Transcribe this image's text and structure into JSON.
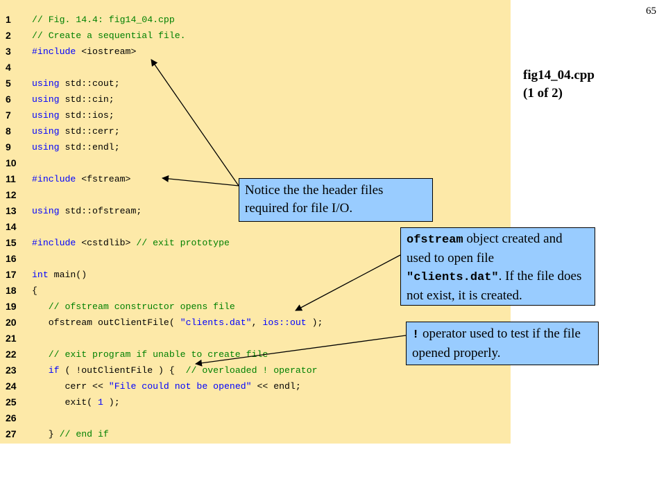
{
  "slide_number": "65",
  "file_label": {
    "name": "fig14_04.cpp",
    "part": "(1 of 2)"
  },
  "code_lines": [
    {
      "n": "1",
      "parts": [
        {
          "t": "// Fig. 14.4: fig14_04.cpp",
          "c": "c"
        }
      ]
    },
    {
      "n": "2",
      "parts": [
        {
          "t": "// Create a sequential file.",
          "c": "c"
        }
      ]
    },
    {
      "n": "3",
      "parts": [
        {
          "t": "#include ",
          "c": "k"
        },
        {
          "t": "<iostream>",
          "c": "pn"
        }
      ]
    },
    {
      "n": "4",
      "parts": []
    },
    {
      "n": "5",
      "parts": [
        {
          "t": "using ",
          "c": "k"
        },
        {
          "t": "std::cout;",
          "c": "pn"
        }
      ]
    },
    {
      "n": "6",
      "parts": [
        {
          "t": "using ",
          "c": "k"
        },
        {
          "t": "std::cin;",
          "c": "pn"
        }
      ]
    },
    {
      "n": "7",
      "parts": [
        {
          "t": "using ",
          "c": "k"
        },
        {
          "t": "std::ios;",
          "c": "pn"
        }
      ]
    },
    {
      "n": "8",
      "parts": [
        {
          "t": "using ",
          "c": "k"
        },
        {
          "t": "std::cerr;",
          "c": "pn"
        }
      ]
    },
    {
      "n": "9",
      "parts": [
        {
          "t": "using ",
          "c": "k"
        },
        {
          "t": "std::endl;",
          "c": "pn"
        }
      ]
    },
    {
      "n": "10",
      "parts": []
    },
    {
      "n": "11",
      "parts": [
        {
          "t": "#include ",
          "c": "k"
        },
        {
          "t": "<fstream>",
          "c": "pn"
        }
      ]
    },
    {
      "n": "12",
      "parts": []
    },
    {
      "n": "13",
      "parts": [
        {
          "t": "using ",
          "c": "k"
        },
        {
          "t": "std::ofstream;",
          "c": "pn"
        }
      ]
    },
    {
      "n": "14",
      "parts": []
    },
    {
      "n": "15",
      "parts": [
        {
          "t": "#include ",
          "c": "k"
        },
        {
          "t": "<cstdlib> ",
          "c": "pn"
        },
        {
          "t": "// exit prototype",
          "c": "c"
        }
      ]
    },
    {
      "n": "16",
      "parts": []
    },
    {
      "n": "17",
      "parts": [
        {
          "t": "int ",
          "c": "k"
        },
        {
          "t": "main()",
          "c": "pn"
        }
      ]
    },
    {
      "n": "18",
      "parts": [
        {
          "t": "{",
          "c": "pn"
        }
      ]
    },
    {
      "n": "19",
      "parts": [
        {
          "t": "   // ofstream constructor opens file",
          "c": "c"
        }
      ]
    },
    {
      "n": "20",
      "parts": [
        {
          "t": "   ofstream outClientFile( ",
          "c": "pn"
        },
        {
          "t": "\"clients.dat\"",
          "c": "s"
        },
        {
          "t": ", ",
          "c": "pn"
        },
        {
          "t": "ios::out",
          "c": "k"
        },
        {
          "t": " );",
          "c": "pn"
        }
      ]
    },
    {
      "n": "21",
      "parts": []
    },
    {
      "n": "22",
      "parts": [
        {
          "t": "   // exit program if unable to create file",
          "c": "c"
        }
      ]
    },
    {
      "n": "23",
      "parts": [
        {
          "t": "   ",
          "c": "pn"
        },
        {
          "t": "if",
          "c": "k"
        },
        {
          "t": " ( !outClientFile ) {  ",
          "c": "pn"
        },
        {
          "t": "// overloaded ! operator",
          "c": "c"
        }
      ]
    },
    {
      "n": "24",
      "parts": [
        {
          "t": "      cerr << ",
          "c": "pn"
        },
        {
          "t": "\"File could not be opened\"",
          "c": "s"
        },
        {
          "t": " << endl;",
          "c": "pn"
        }
      ]
    },
    {
      "n": "25",
      "parts": [
        {
          "t": "      exit( ",
          "c": "pn"
        },
        {
          "t": "1",
          "c": "k"
        },
        {
          "t": " );",
          "c": "pn"
        }
      ]
    },
    {
      "n": "26",
      "parts": []
    },
    {
      "n": "27",
      "parts": [
        {
          "t": "   } ",
          "c": "pn"
        },
        {
          "t": "// end if",
          "c": "c"
        }
      ]
    }
  ],
  "callouts": {
    "header_files": "Notice the the header files required for file I/O.",
    "ofstream": {
      "code1": "ofstream",
      "text1": " object created and used to open file ",
      "code2": "\"clients.dat\"",
      "text2": ". If the file does not exist, it is created."
    },
    "not_operator": {
      "code": "!",
      "text": " operator used to test if the file opened properly."
    }
  },
  "colors": {
    "code_background": "#fde9a8",
    "callout_background": "#99ccff",
    "comment": "#008000",
    "keyword": "#0000ff"
  }
}
